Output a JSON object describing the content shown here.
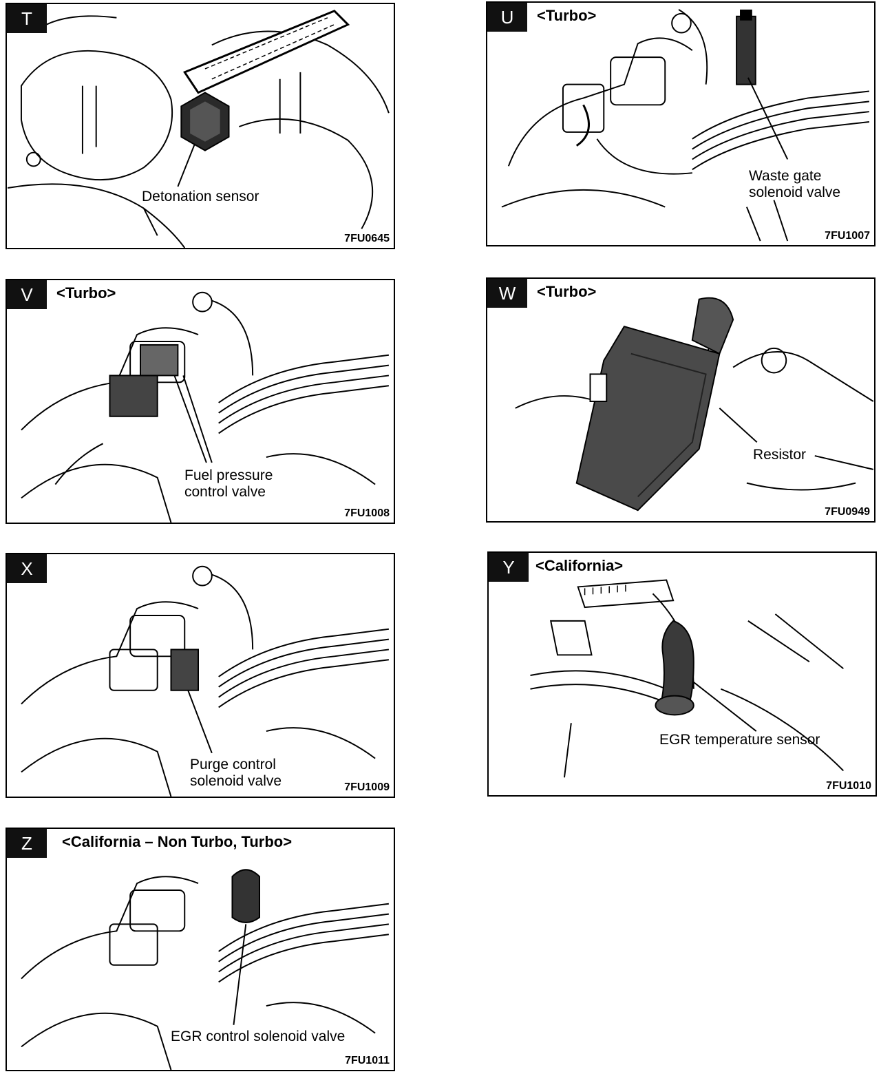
{
  "panels": [
    {
      "letter": "T",
      "variant": "",
      "label_lines": [
        "Detonation sensor"
      ],
      "code": "7FU0645"
    },
    {
      "letter": "U",
      "variant": "<Turbo>",
      "label_lines": [
        "Waste gate",
        "solenoid valve"
      ],
      "code": "7FU1007"
    },
    {
      "letter": "V",
      "variant": "<Turbo>",
      "label_lines": [
        "Fuel pressure",
        "control valve"
      ],
      "code": "7FU1008"
    },
    {
      "letter": "W",
      "variant": "<Turbo>",
      "label_lines": [
        "Resistor"
      ],
      "code": "7FU0949"
    },
    {
      "letter": "X",
      "variant": "",
      "label_lines": [
        "Purge control",
        "solenoid valve"
      ],
      "code": "7FU1009"
    },
    {
      "letter": "Y",
      "variant": "<California>",
      "label_lines": [
        "EGR temperature sensor"
      ],
      "code": "7FU1010"
    },
    {
      "letter": "Z",
      "variant": "<California – Non Turbo, Turbo>",
      "label_lines": [
        "EGR control solenoid valve"
      ],
      "code": "7FU1011"
    }
  ]
}
